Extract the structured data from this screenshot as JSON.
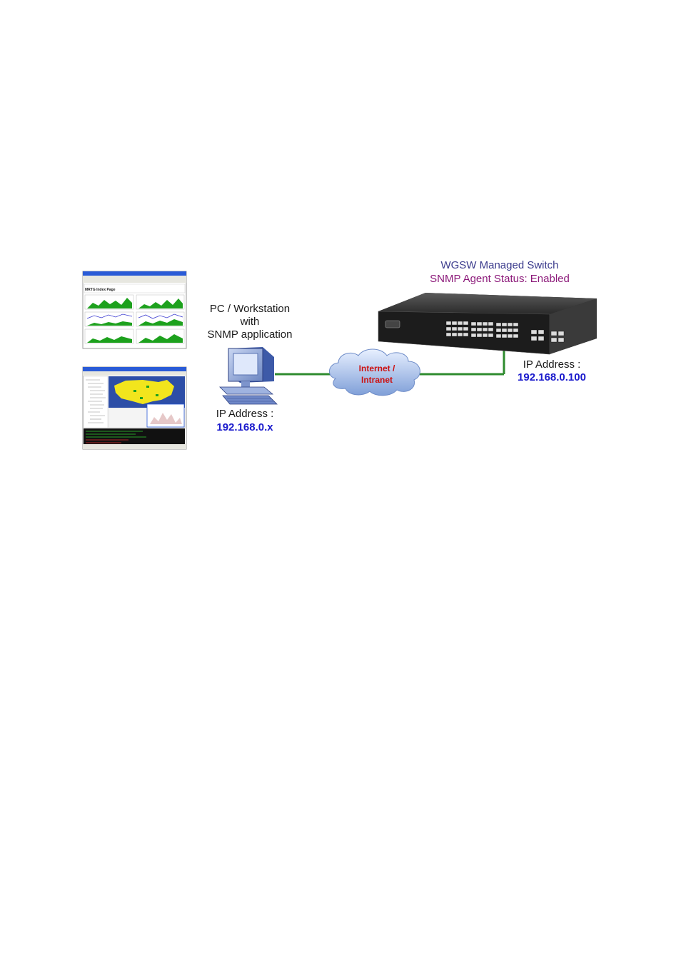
{
  "switch": {
    "title": "WGSW Managed Switch",
    "status": "SNMP Agent Status: Enabled",
    "ip_label": "IP Address :",
    "ip_value": "192.168.0.100"
  },
  "pc": {
    "label_line1": "PC / Workstation",
    "label_line2": "with",
    "label_line3": "SNMP application",
    "ip_label": "IP Address :",
    "ip_value": "192.168.0.x"
  },
  "cloud": {
    "line1": "Internet /",
    "line2": "Intranet"
  },
  "screenshots": {
    "top_heading": "MRTG Index Page"
  },
  "colors": {
    "link_line": "#2e8b2e",
    "cloud_text": "#cc1111",
    "ip_text": "#1a1acc",
    "title": "#3a3a8c",
    "status": "#8c1a7a"
  }
}
